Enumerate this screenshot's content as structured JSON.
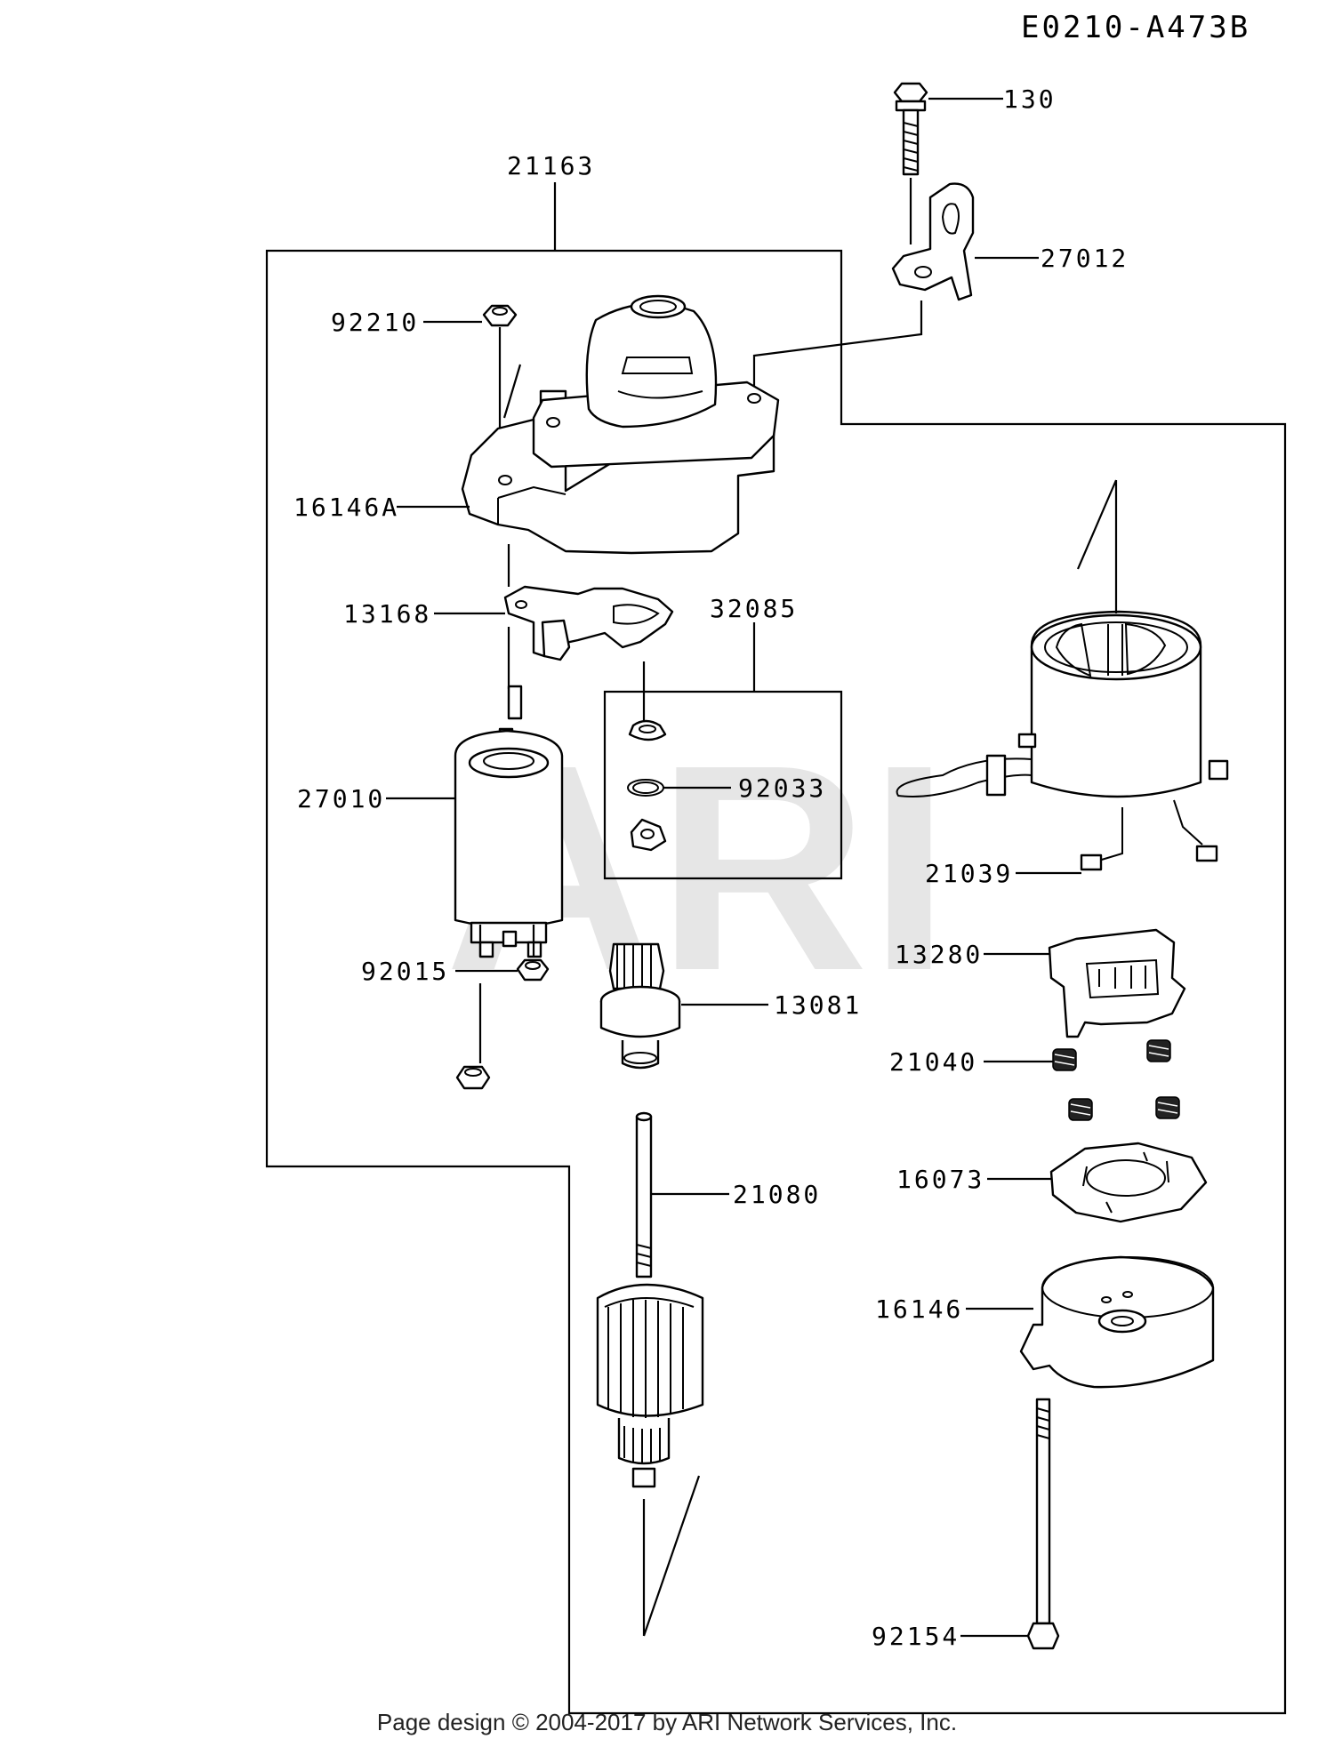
{
  "diagram_code": "E0210-A473B",
  "watermark": "ARI",
  "footer": "Page design © 2004-2017 by ARI Network Services, Inc.",
  "parts": [
    {
      "id": "p130",
      "label": "130"
    },
    {
      "id": "p21163",
      "label": "21163"
    },
    {
      "id": "p27012",
      "label": "27012"
    },
    {
      "id": "p92210",
      "label": "92210"
    },
    {
      "id": "p16146A",
      "label": "16146A"
    },
    {
      "id": "p13168",
      "label": "13168"
    },
    {
      "id": "p32085",
      "label": "32085"
    },
    {
      "id": "p27010",
      "label": "27010"
    },
    {
      "id": "p92033",
      "label": "92033"
    },
    {
      "id": "p21039",
      "label": "21039"
    },
    {
      "id": "p13280",
      "label": "13280"
    },
    {
      "id": "p92015",
      "label": "92015"
    },
    {
      "id": "p13081",
      "label": "13081"
    },
    {
      "id": "p21040",
      "label": "21040"
    },
    {
      "id": "p16073",
      "label": "16073"
    },
    {
      "id": "p21080",
      "label": "21080"
    },
    {
      "id": "p16146",
      "label": "16146"
    },
    {
      "id": "p92154",
      "label": "92154"
    }
  ]
}
